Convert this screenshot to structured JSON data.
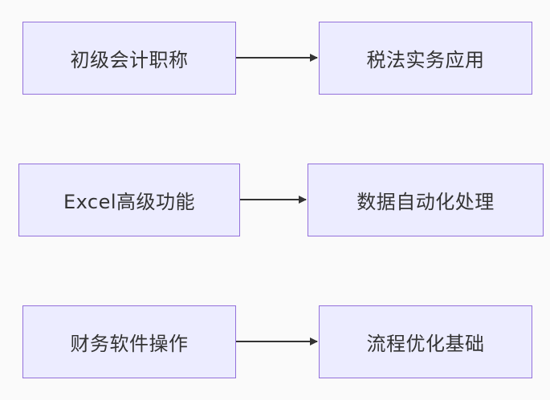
{
  "diagram": {
    "node_fill": "#ececff",
    "node_border": "#9370db",
    "edge_color": "#333333",
    "rows": [
      {
        "source": {
          "label": "初级会计职称"
        },
        "target": {
          "label": "税法实务应用"
        }
      },
      {
        "source": {
          "label": "Excel高级功能"
        },
        "target": {
          "label": "数据自动化处理"
        }
      },
      {
        "source": {
          "label": "财务软件操作"
        },
        "target": {
          "label": "流程优化基础"
        }
      }
    ]
  }
}
